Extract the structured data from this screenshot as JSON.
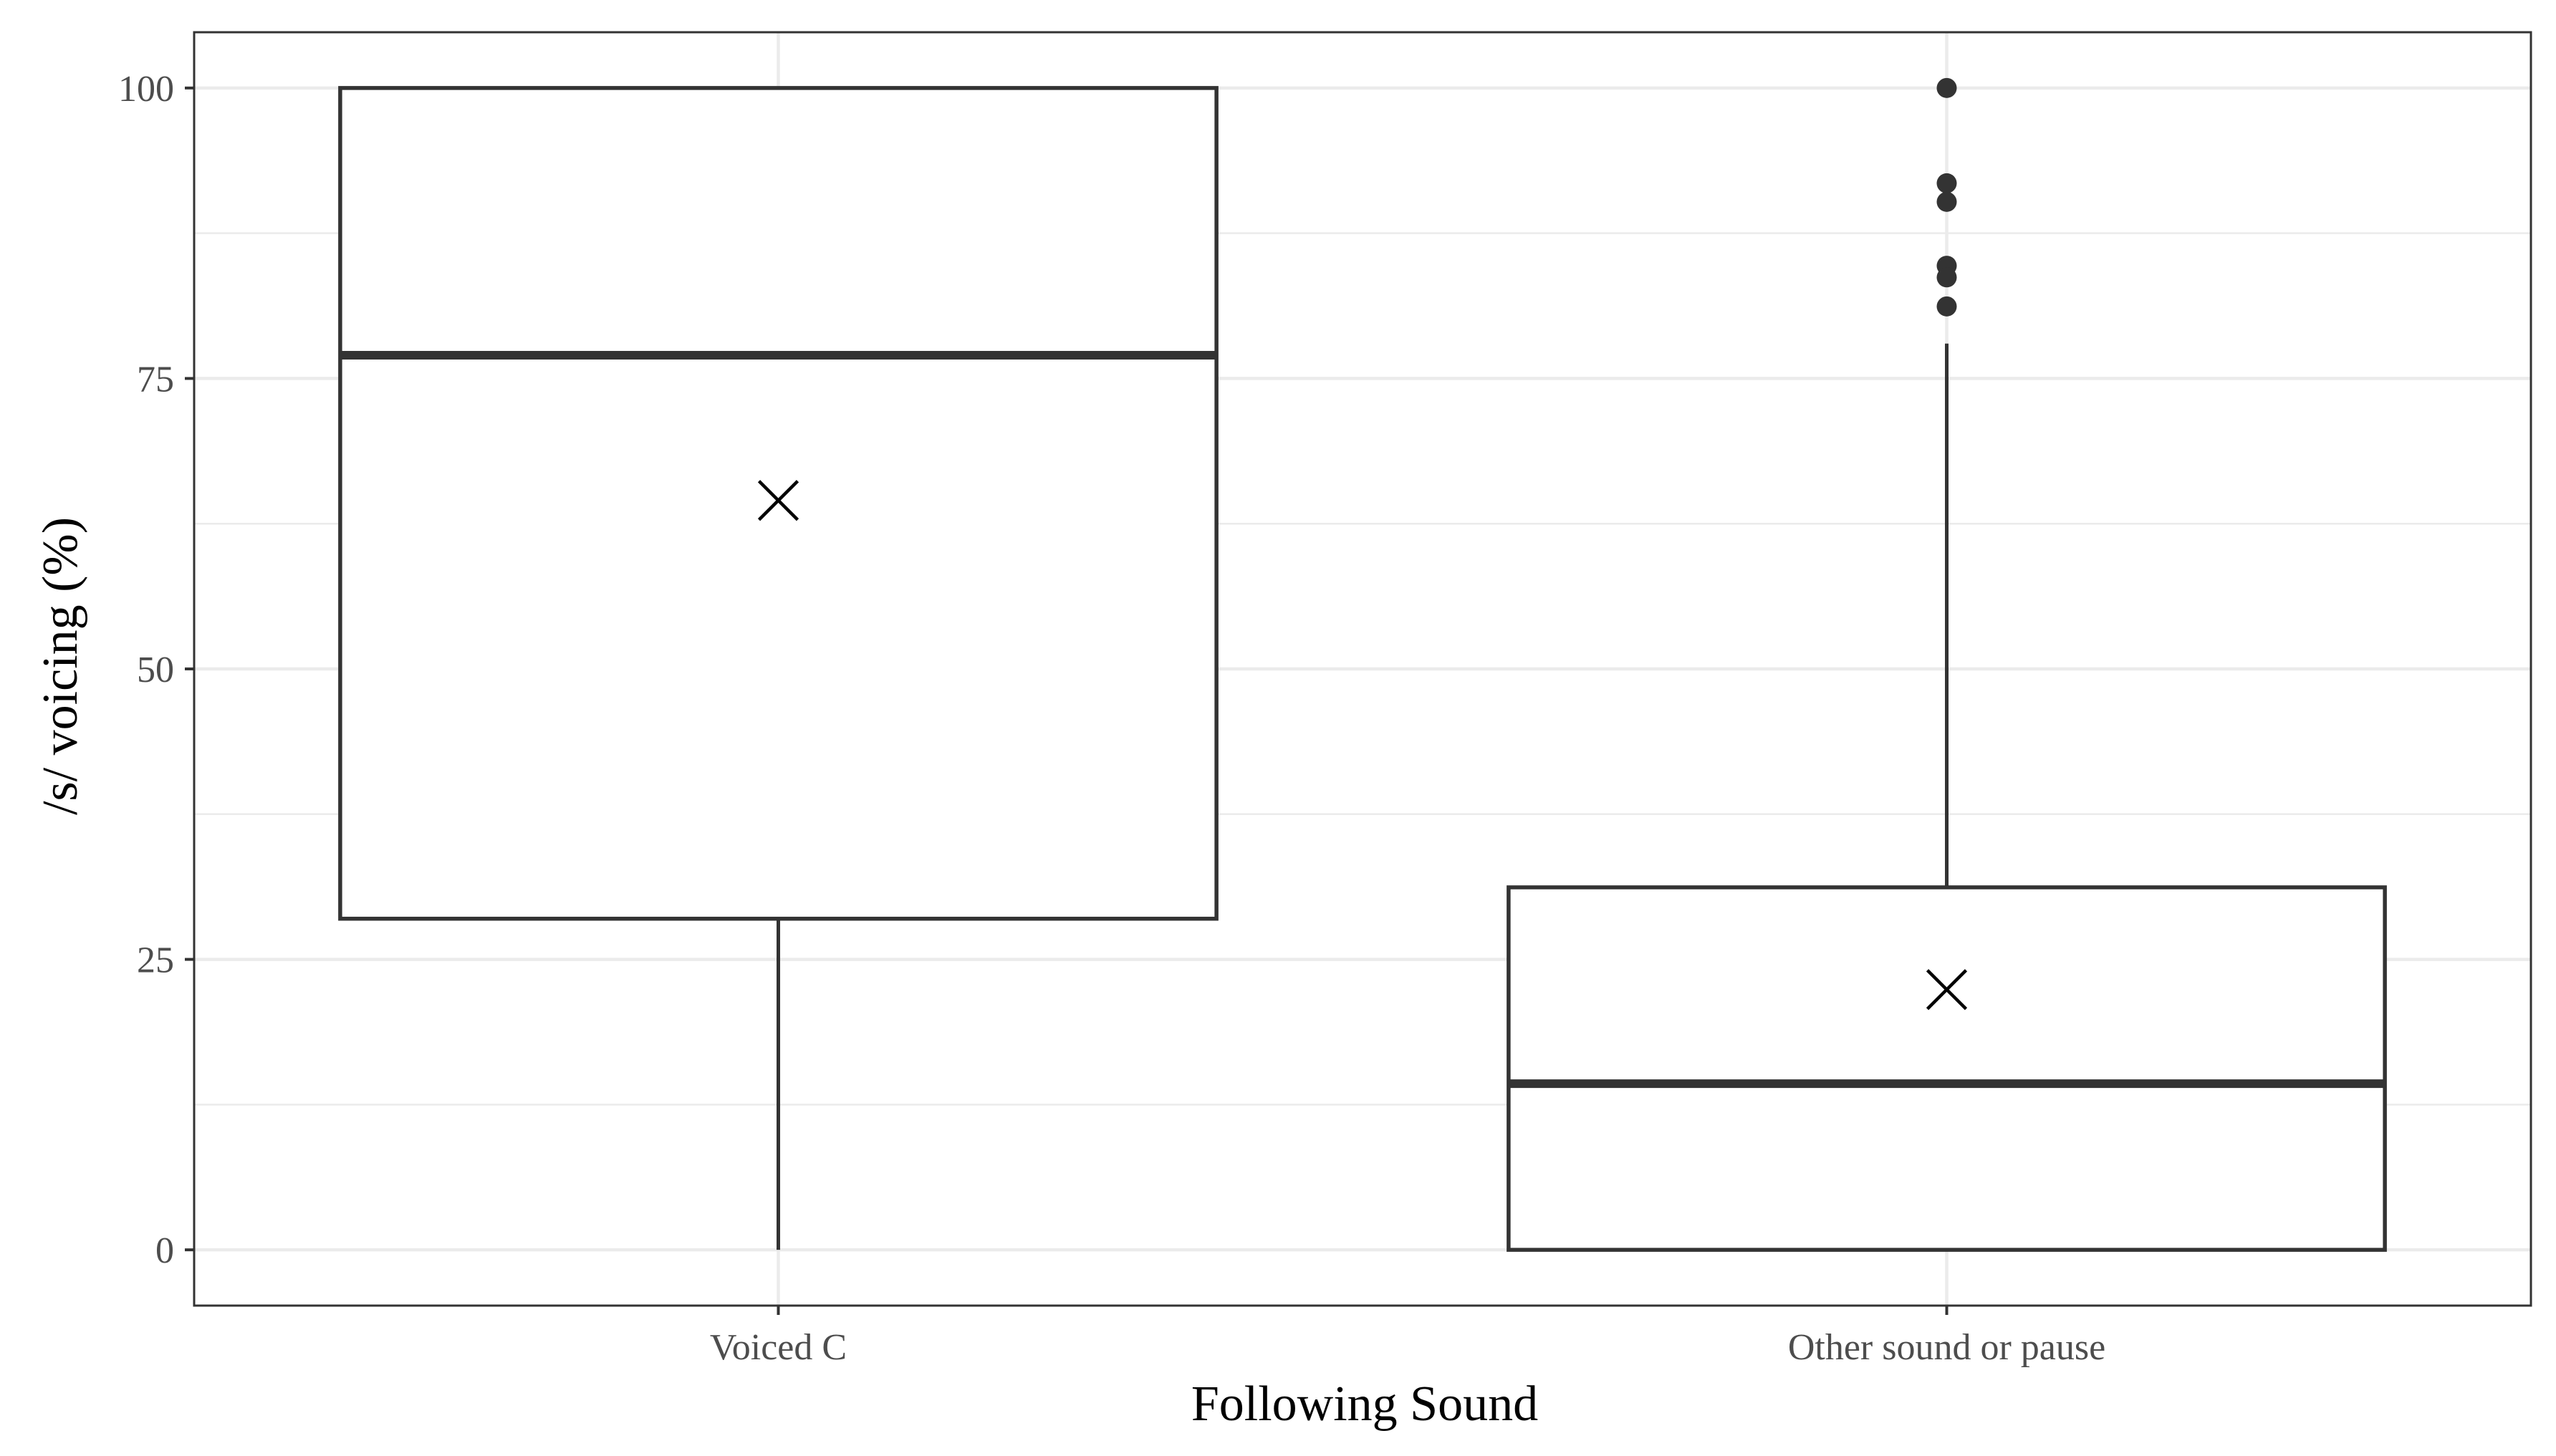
{
  "chart_data": {
    "type": "boxplot",
    "title": "",
    "xlabel": "Following Sound",
    "ylabel": "/s/ voicing (%)",
    "ylim": [
      -4.8,
      104.8
    ],
    "yticks": [
      0,
      25,
      50,
      75,
      100
    ],
    "grid": true,
    "legend": "none",
    "categories": [
      "Voiced C",
      "Other sound or pause"
    ],
    "boxes": [
      {
        "category": "Voiced C",
        "whisker_low": 0,
        "q1": 28.5,
        "median": 77,
        "q3": 100,
        "whisker_high": 100,
        "mean": 64.5,
        "outliers": []
      },
      {
        "category": "Other sound or pause",
        "whisker_low": 0,
        "q1": 0,
        "median": 14.3,
        "q3": 31.2,
        "whisker_high": 78,
        "mean": 22.4,
        "outliers": [
          100,
          91.8,
          90.2,
          84.7,
          83.7,
          81.2
        ]
      }
    ],
    "colors": {
      "box": "#333333",
      "grid": "#ebebeb",
      "panel_border": "#333333"
    }
  }
}
